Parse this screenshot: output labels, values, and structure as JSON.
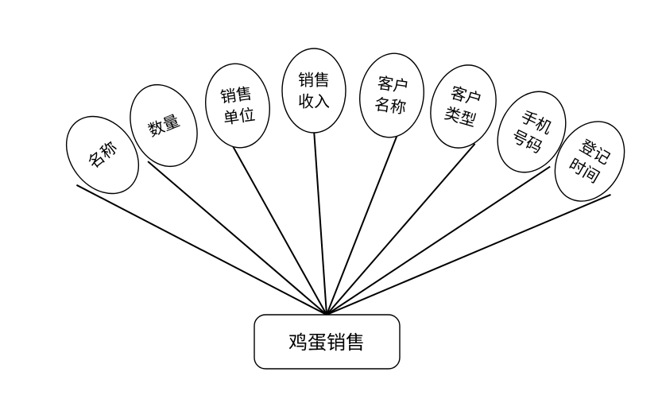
{
  "entity": {
    "label": "鸡蛋销售"
  },
  "attributes": [
    {
      "id": "name",
      "lines": [
        "名称"
      ]
    },
    {
      "id": "quantity",
      "lines": [
        "数量"
      ]
    },
    {
      "id": "sales-unit",
      "lines": [
        "销售",
        "单位"
      ]
    },
    {
      "id": "sales-income",
      "lines": [
        "销售",
        "收入"
      ]
    },
    {
      "id": "customer-name",
      "lines": [
        "客户",
        "名称"
      ]
    },
    {
      "id": "customer-type",
      "lines": [
        "客户",
        "类型"
      ]
    },
    {
      "id": "phone-number",
      "lines": [
        "手机",
        "号码"
      ]
    },
    {
      "id": "register-time",
      "lines": [
        "登记",
        "时间"
      ]
    }
  ]
}
